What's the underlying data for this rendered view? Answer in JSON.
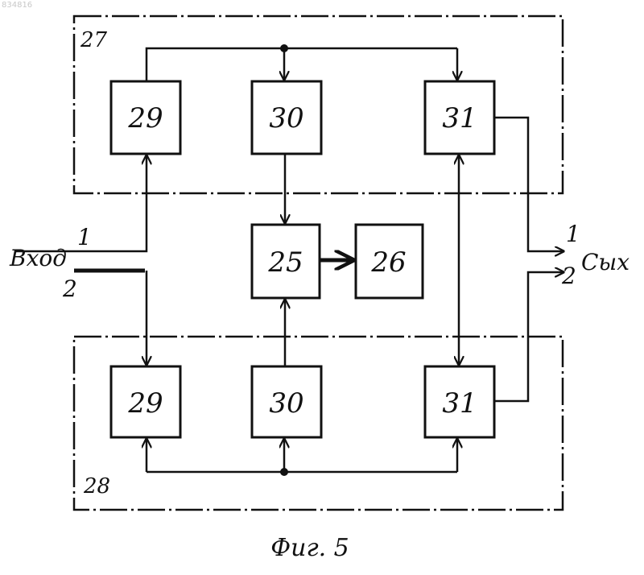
{
  "corner_mark": "834816",
  "blocks": {
    "top": {
      "b29": "29",
      "b30": "30",
      "b31": "31"
    },
    "bottom": {
      "b29": "29",
      "b30": "30",
      "b31": "31"
    },
    "b25": "25",
    "b26": "26"
  },
  "frames": {
    "top": "27",
    "bottom": "28"
  },
  "input": {
    "label": "Вход",
    "line1": "1",
    "line2": "2"
  },
  "output": {
    "label": "Сых",
    "line1": "1",
    "line2": "2"
  },
  "caption": "Фиг. 5"
}
